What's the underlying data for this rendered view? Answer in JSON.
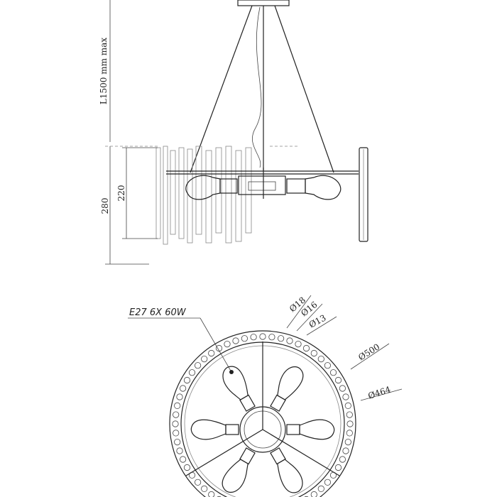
{
  "dimensions": {
    "cable_length": "L1500 mm max",
    "height_total": "280",
    "height_frame": "220",
    "diameter_bead_outer": "Ø18",
    "diameter_bead_mid": "Ø16",
    "diameter_bead_inner": "Ø13",
    "diameter_outer_ring": "Ø500",
    "diameter_inner_ring": "Ø464"
  },
  "bulb_spec": "E27 6X 60W"
}
